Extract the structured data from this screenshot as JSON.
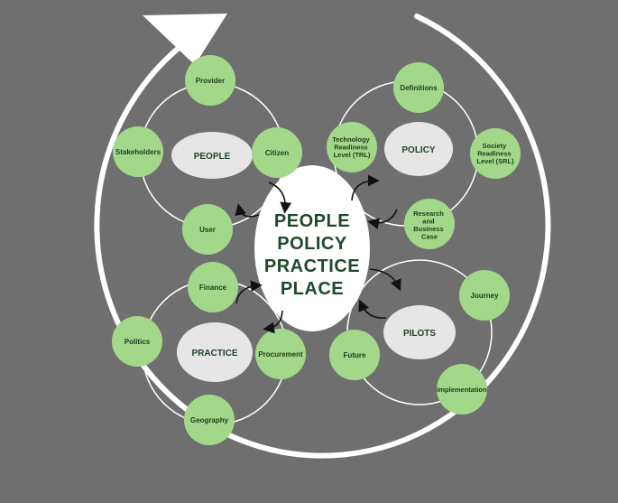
{
  "center": {
    "lines": [
      "PEOPLE",
      "POLICY",
      "PRACTICE",
      "PLACE"
    ]
  },
  "clusters": {
    "people": {
      "hub": "PEOPLE",
      "nodes": [
        "Provider",
        "Stakeholders",
        "Citizen",
        "User"
      ]
    },
    "policy": {
      "hub": "POLICY",
      "nodes": [
        "Definitions",
        "Technology Readiness Level (TRL)",
        "Society Readiness Level (SRL)",
        "Research and Business Case"
      ]
    },
    "practice": {
      "hub": "PRACTICE",
      "nodes": [
        "Finance",
        "Politics",
        "Procurement",
        "Geography"
      ]
    },
    "pilots": {
      "hub": "PILOTS",
      "nodes": [
        "Journey",
        "Future",
        "Implementation"
      ]
    }
  },
  "colors": {
    "background": "#6f6f6f",
    "node_green": "#a3d88b",
    "hub_gray": "#e6e6e6",
    "ring_white": "#ffffff",
    "text_dark_green": "#1f4a2a"
  }
}
